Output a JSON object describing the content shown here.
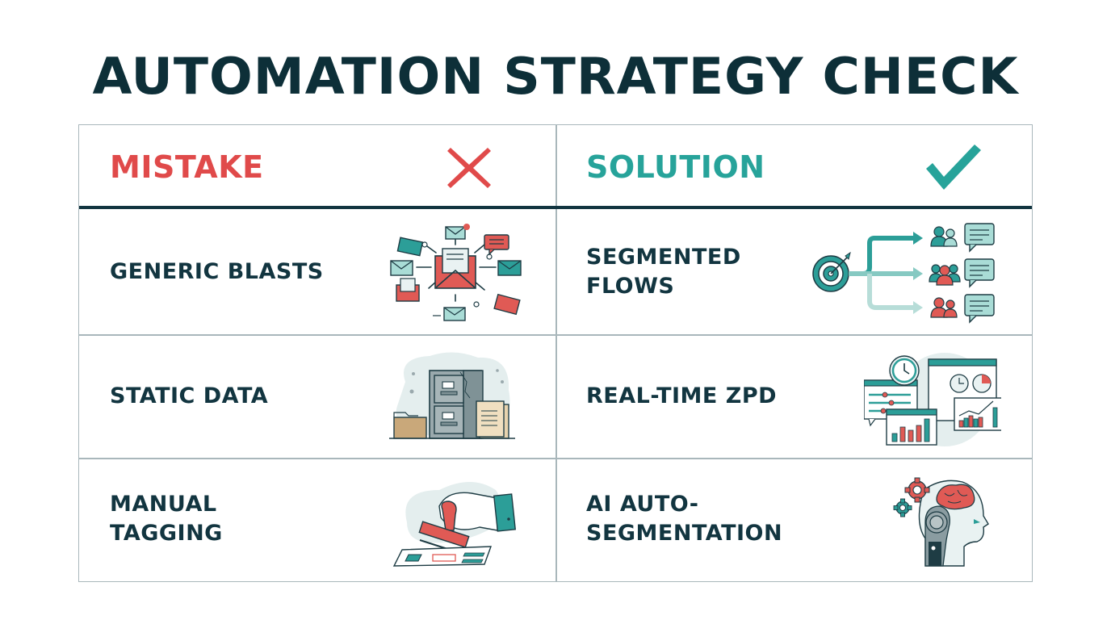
{
  "title": "AUTOMATION STRATEGY CHECK",
  "header": {
    "mistake_label": "MISTAKE",
    "mistake_icon": "cross-icon",
    "solution_label": "SOLUTION",
    "solution_icon": "checkmark-icon"
  },
  "rows": [
    {
      "mistake": "GENERIC BLASTS",
      "mistake_icon": "mass-email-icon",
      "solution_line1": "SEGMENTED",
      "solution_line2": "FLOWS",
      "solution_icon": "target-branching-flows-icon"
    },
    {
      "mistake": "STATIC DATA",
      "mistake_icon": "dusty-filing-cabinet-icon",
      "solution": "REAL-TIME ZPD",
      "solution_icon": "realtime-dashboard-icon"
    },
    {
      "mistake_line1": "MANUAL",
      "mistake_line2": "TAGGING",
      "mistake_icon": "hand-stamp-icon",
      "solution_line1": "AI AUTO-",
      "solution_line2": "SEGMENTATION",
      "solution_icon": "ai-head-brain-gears-icon"
    }
  ],
  "colors": {
    "title": "#0d2f38",
    "mistake": "#e04a4a",
    "solution": "#27a39a",
    "grid": "#a9b7bb",
    "header_rule": "#123540"
  }
}
